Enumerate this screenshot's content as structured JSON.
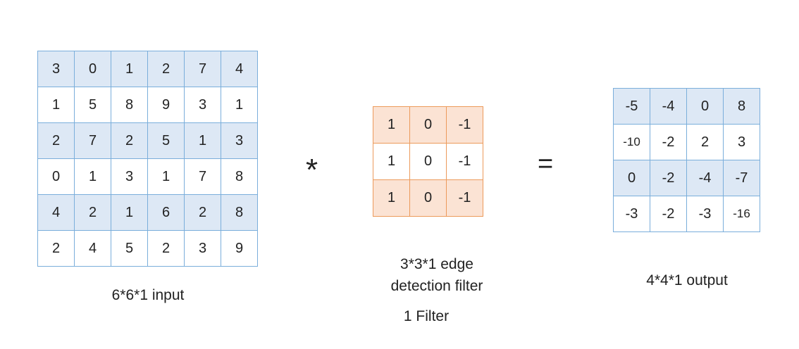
{
  "input": {
    "label": "6*6*1 input",
    "rows": [
      [
        "3",
        "0",
        "1",
        "2",
        "7",
        "4"
      ],
      [
        "1",
        "5",
        "8",
        "9",
        "3",
        "1"
      ],
      [
        "2",
        "7",
        "2",
        "5",
        "1",
        "3"
      ],
      [
        "0",
        "1",
        "3",
        "1",
        "7",
        "8"
      ],
      [
        "4",
        "2",
        "1",
        "6",
        "2",
        "8"
      ],
      [
        "2",
        "4",
        "5",
        "2",
        "3",
        "9"
      ]
    ]
  },
  "operators": {
    "convolve": "*",
    "equals": "="
  },
  "filter": {
    "label_line1": "3*3*1 edge",
    "label_line2": "detection filter",
    "count_label": "1 Filter",
    "rows": [
      [
        "1",
        "0",
        "-1"
      ],
      [
        "1",
        "0",
        "-1"
      ],
      [
        "1",
        "0",
        "-1"
      ]
    ]
  },
  "output": {
    "label": "4*4*1 output",
    "rows": [
      [
        "-5",
        "-4",
        "0",
        "8"
      ],
      [
        "-10",
        "-2",
        "2",
        "3"
      ],
      [
        "0",
        "-2",
        "-4",
        "-7"
      ],
      [
        "-3",
        "-2",
        "-3",
        "-16"
      ]
    ]
  },
  "colors": {
    "input_border": "#7aaedb",
    "input_fill": "#dde8f5",
    "filter_border": "#ec9a5b",
    "filter_fill": "#fbe3d4"
  }
}
